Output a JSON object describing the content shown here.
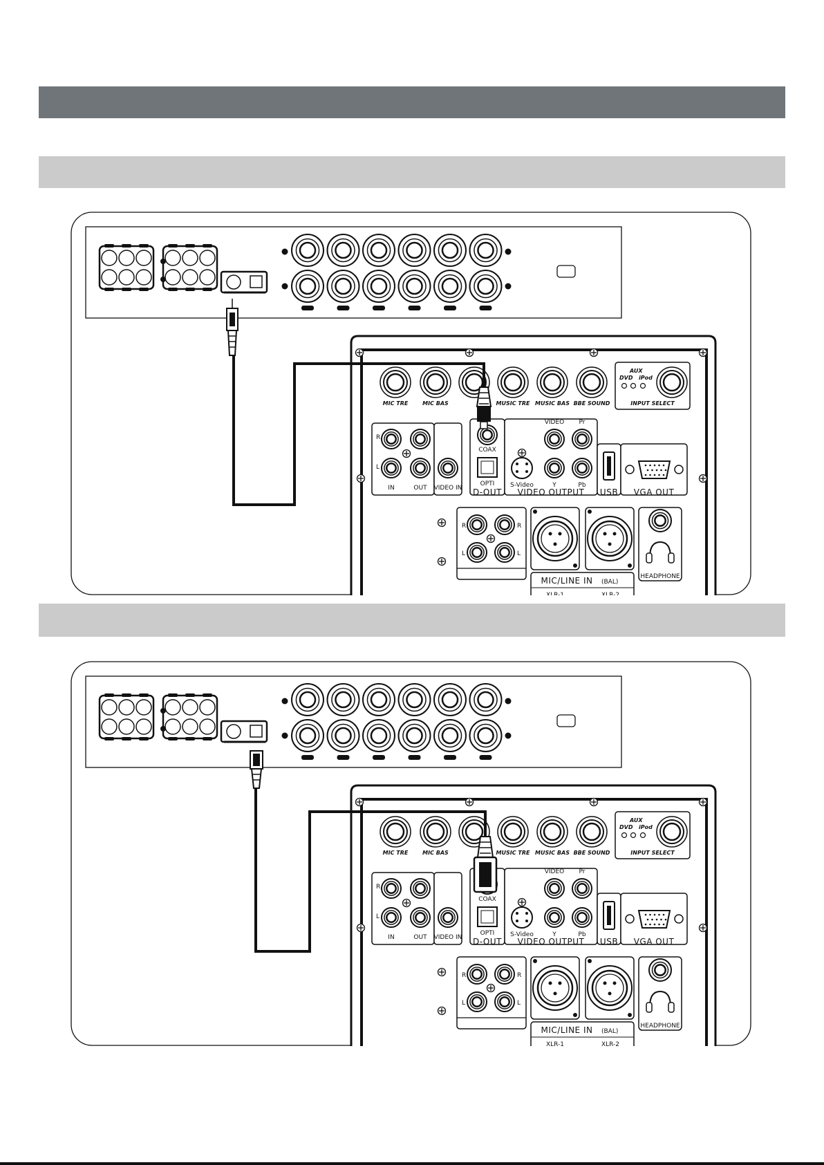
{
  "bands": {
    "header": "",
    "section_1": "",
    "section_2": ""
  },
  "panel_labels": {
    "mic_tre": "MIC TRE",
    "mic_bas": "MIC BAS",
    "music_tre": "MUSIC TRE",
    "music_bas": "MUSIC BAS",
    "bbe_sound": "BBE SOUND",
    "aux": "AUX",
    "dvd": "DVD",
    "ipod": "iPod",
    "input_select": "INPUT SELECT",
    "r": "R",
    "l": "L",
    "in": "IN",
    "out": "OUT",
    "video_in": "VIDEO IN",
    "coax": "COAX",
    "opti": "OPTI",
    "d_out": "D-OUT",
    "video": "VIDEO",
    "pr": "Pr",
    "s_video": "S-Video",
    "y": "Y",
    "pb": "Pb",
    "video_output": "VIDEO OUTPUT",
    "usb": "USB",
    "vga_out": "VGA OUT",
    "mic_line_in": "MIC/LINE IN",
    "bal": "(BAL)",
    "xlr1": "XLR-1",
    "xlr2": "XLR-2",
    "headphone": "HEADPHONE"
  },
  "diagrams": [
    {
      "connection": "coaxial"
    },
    {
      "connection": "optical"
    }
  ]
}
